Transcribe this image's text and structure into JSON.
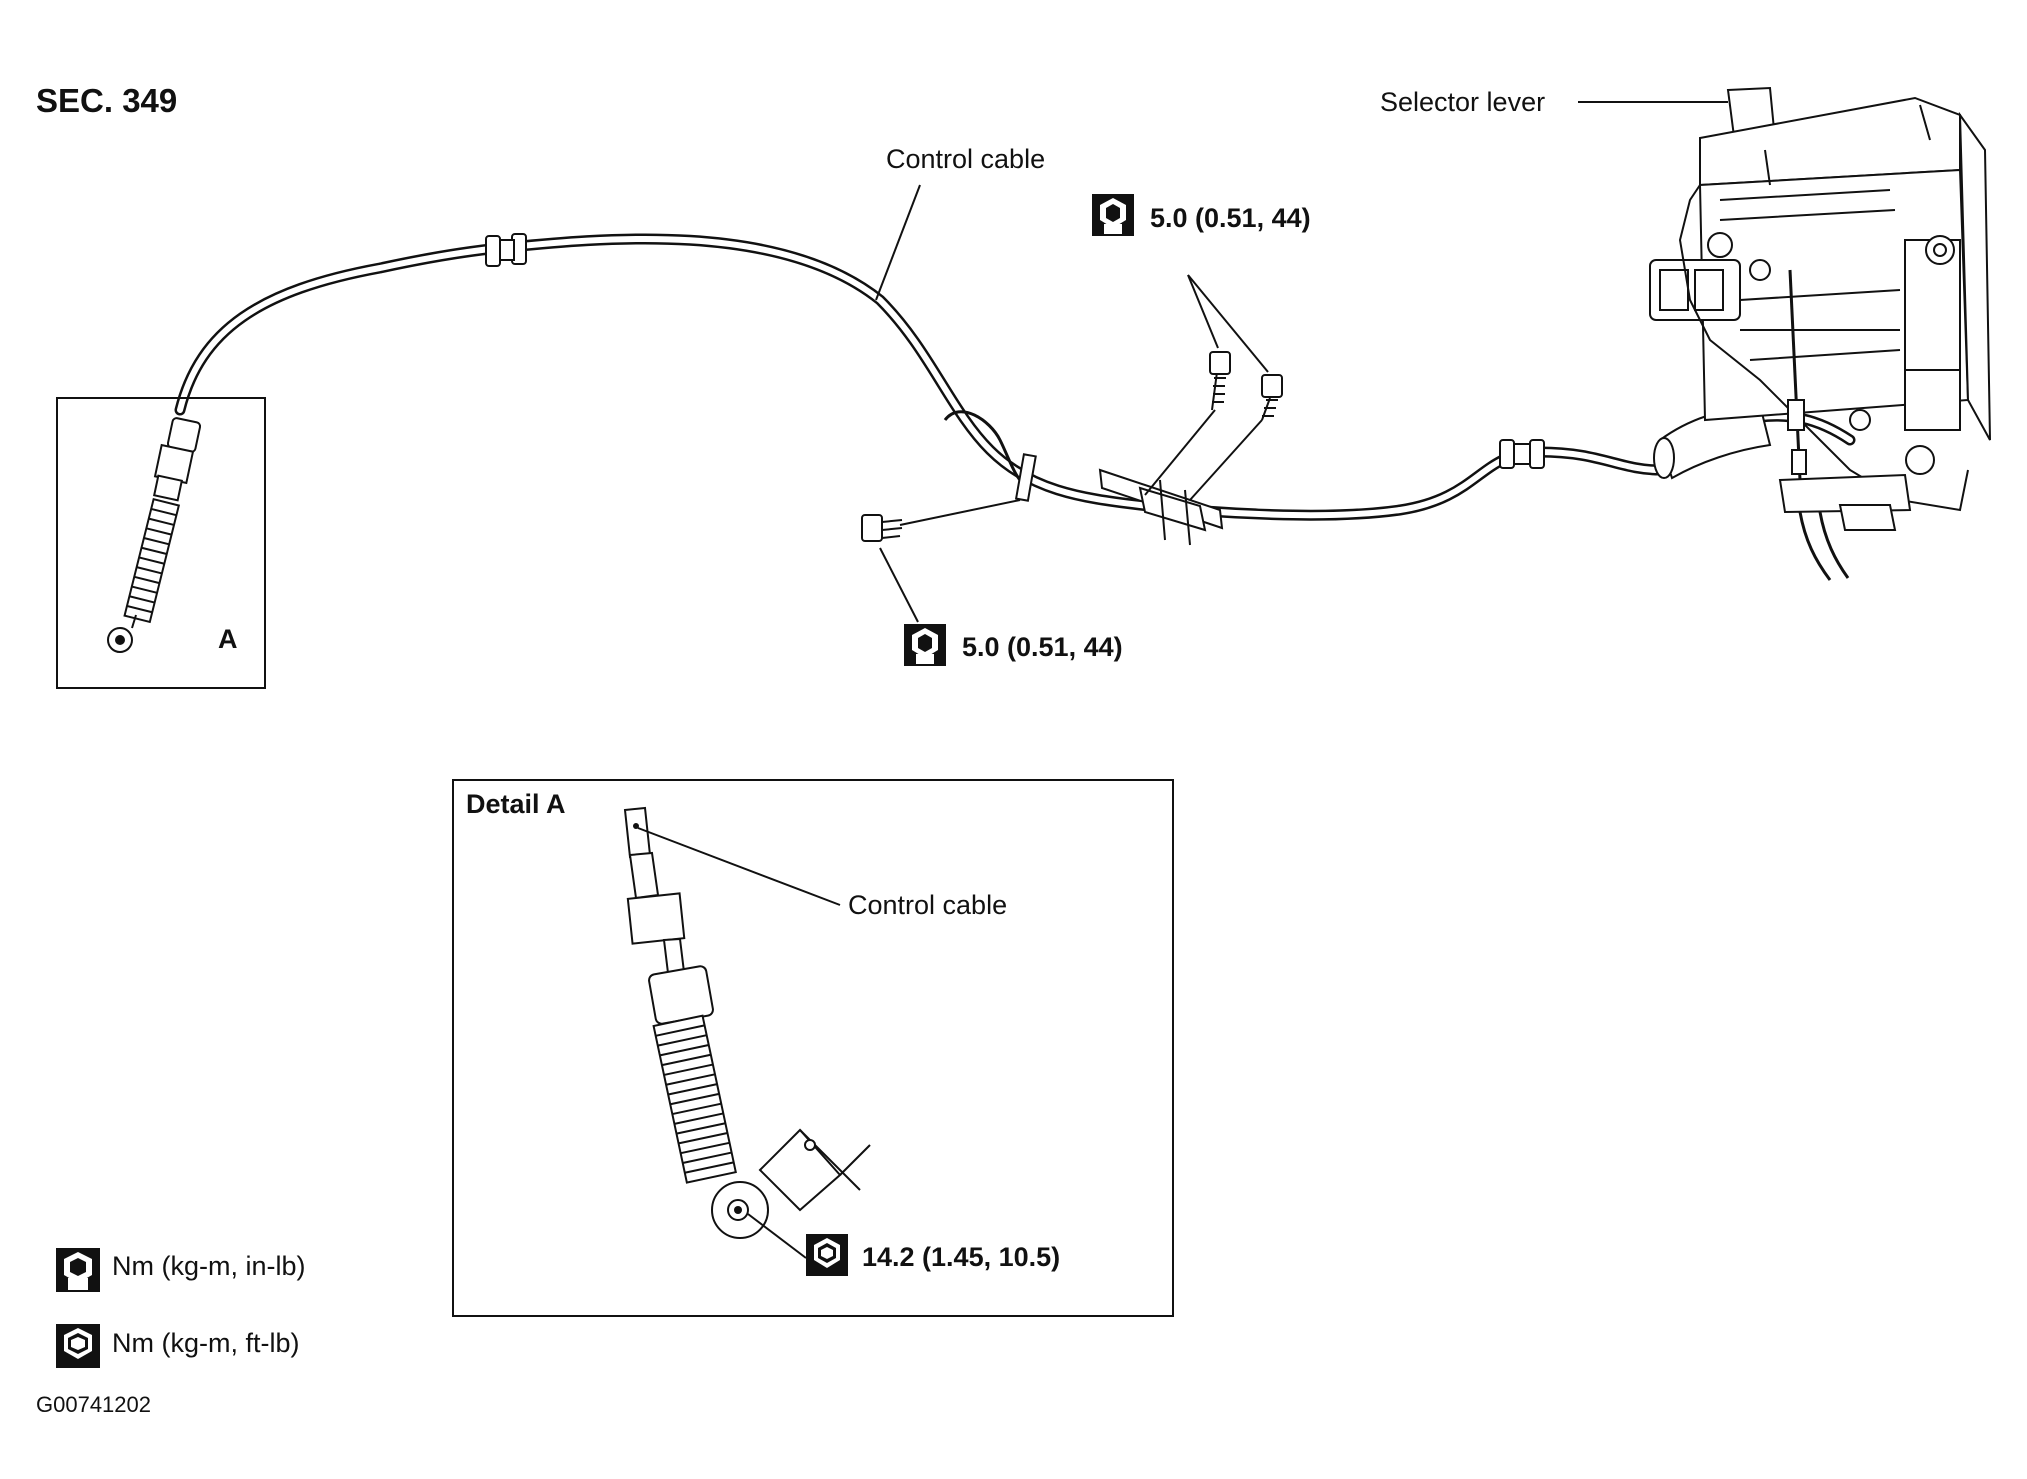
{
  "section": "SEC. 349",
  "labels": {
    "control_cable_main": "Control cable",
    "selector_lever": "Selector lever",
    "detail_a_title": "Detail A",
    "detail_a_ref": "A",
    "control_cable_detail": "Control cable"
  },
  "torque": {
    "bracket_bolts": "5.0 (0.51, 44)",
    "clamp_bolt": "5.0 (0.51, 44)",
    "detail_nut": "14.2 (1.45, 10.5)"
  },
  "legend": [
    {
      "icon": "torque-wrench-inlb-icon",
      "text": "Nm (kg-m, in-lb)"
    },
    {
      "icon": "torque-wrench-ftlb-icon",
      "text": "Nm (kg-m, ft-lb)"
    }
  ],
  "figure_code": "G00741202"
}
